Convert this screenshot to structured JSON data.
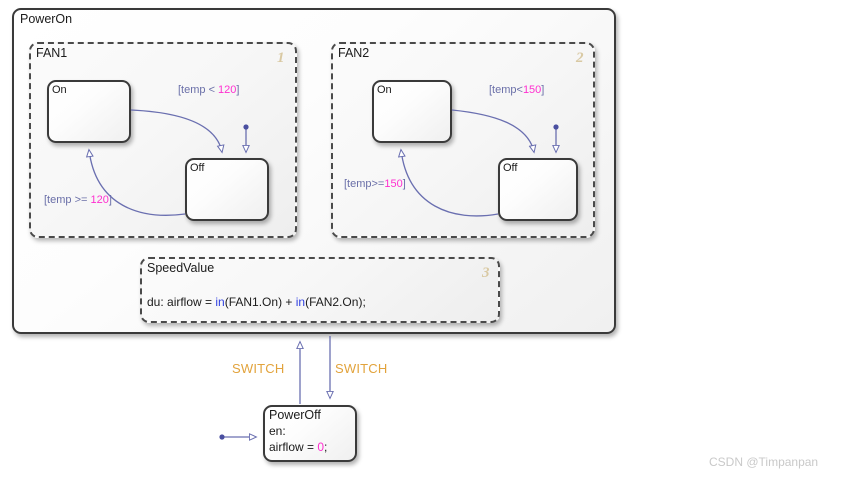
{
  "diagram": {
    "type": "stateflow-chart",
    "watermark": "CSDN @Timpanpan"
  },
  "superstate": {
    "name": "PowerOn"
  },
  "parallel_states": [
    {
      "name": "FAN1",
      "order": "1",
      "states": [
        {
          "name": "On"
        },
        {
          "name": "Off"
        }
      ],
      "transitions": [
        {
          "from": "On",
          "to": "Off",
          "label_prefix": "[temp < ",
          "label_value": "120",
          "label_suffix": "]"
        },
        {
          "from": "Off",
          "to": "On",
          "label_prefix": "[temp >= ",
          "label_value": "120",
          "label_suffix": "]"
        }
      ],
      "default_state": "Off"
    },
    {
      "name": "FAN2",
      "order": "2",
      "states": [
        {
          "name": "On"
        },
        {
          "name": "Off"
        }
      ],
      "transitions": [
        {
          "from": "On",
          "to": "Off",
          "label_prefix": "[temp<",
          "label_value": "150",
          "label_suffix": "]"
        },
        {
          "from": "Off",
          "to": "On",
          "label_prefix": "[temp>=",
          "label_value": "150",
          "label_suffix": "]"
        }
      ],
      "default_state": "Off"
    },
    {
      "name": "SpeedValue",
      "order": "3",
      "action": {
        "prefix": "du: airflow = ",
        "fn1": "in",
        "arg1": "(FAN1.On) + ",
        "fn2": "in",
        "arg2": "(FAN2.On);"
      }
    }
  ],
  "off_state": {
    "name": "PowerOff",
    "action_label": "en:",
    "action_expr_prefix": "airflow = ",
    "action_expr_value": "0",
    "action_expr_suffix": ";"
  },
  "transitions_outer": [
    {
      "name": "switch-up",
      "label": "SWITCH",
      "direction": "up"
    },
    {
      "name": "switch-down",
      "label": "SWITCH",
      "direction": "down"
    }
  ],
  "colors": {
    "condition": "#6a6fa8",
    "event": "#e2a33c",
    "number": "#ff2fd0",
    "keyword": "#2f3fe0",
    "order": "#d9c9a3",
    "wire": "#6a6fb0",
    "border": "#3a3a3a"
  }
}
